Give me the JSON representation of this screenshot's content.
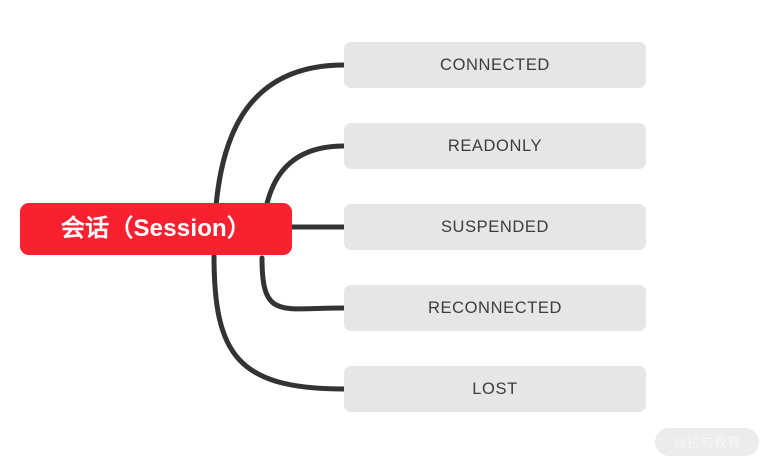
{
  "diagram": {
    "type": "mind-map",
    "orientation": "left-to-right",
    "background_color": "#ffffff",
    "root": {
      "label": "会话（Session）",
      "fill_color": "#f9212f",
      "text_color": "#ffffff"
    },
    "branch_color": "#333333",
    "children": [
      {
        "label": "CONNECTED",
        "fill_color": "#e6e6e6",
        "text_color": "#3c3c3c"
      },
      {
        "label": "READONLY",
        "fill_color": "#e6e6e6",
        "text_color": "#3c3c3c"
      },
      {
        "label": "SUSPENDED",
        "fill_color": "#e6e6e6",
        "text_color": "#3c3c3c"
      },
      {
        "label": "RECONNECTED",
        "fill_color": "#e6e6e6",
        "text_color": "#3c3c3c"
      },
      {
        "label": "LOST",
        "fill_color": "#e6e6e6",
        "text_color": "#3c3c3c"
      }
    ]
  },
  "watermark": {
    "label": "@拉勾教育"
  }
}
